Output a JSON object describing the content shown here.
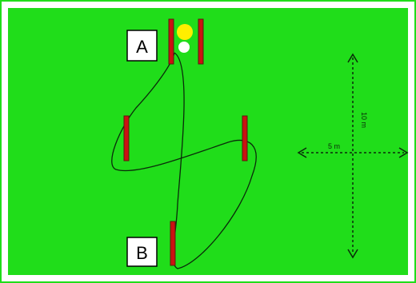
{
  "diagram": {
    "colors": {
      "field": "#20dd1a",
      "border": "#ffffff",
      "pole": "#cc1111",
      "pole_edge": "#5a1a10",
      "path": "#0a2a0a",
      "label_box": "#ffffff",
      "label_text": "#000000",
      "ball_yellow": "#ffee00",
      "ball_white": "#ffffff",
      "scale_arrow": "#0a2a0a"
    },
    "labels": {
      "start": "A",
      "end": "B"
    },
    "scale": {
      "vertical": "10 m",
      "horizontal": "5 m"
    },
    "poles": [
      "gate-left",
      "gate-right",
      "left-mid",
      "right-mid",
      "bottom"
    ],
    "balls": [
      "yellow",
      "white"
    ]
  }
}
